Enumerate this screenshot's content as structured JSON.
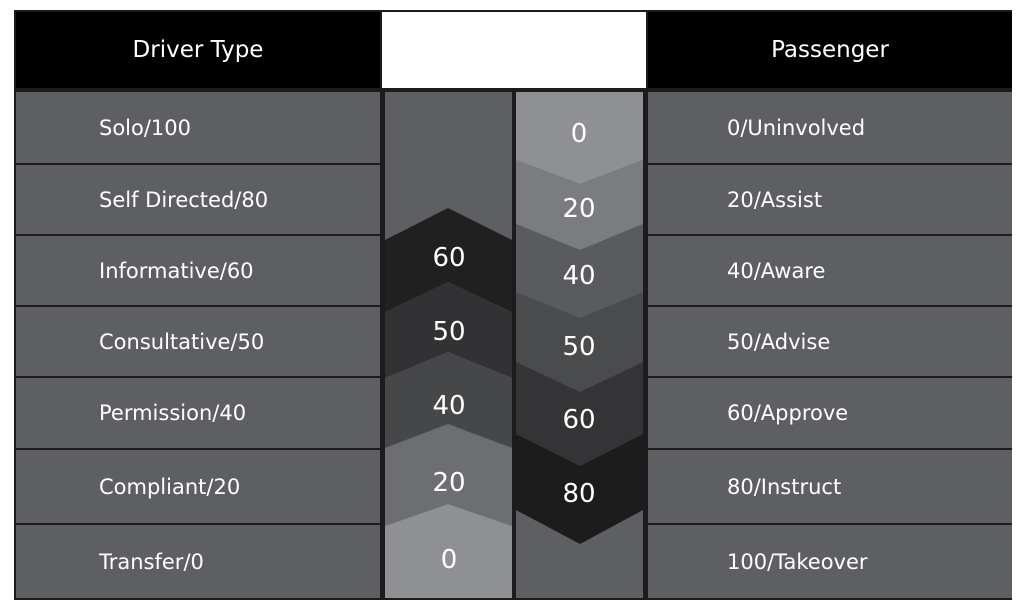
{
  "header": {
    "left_title": "Driver Type",
    "middle_title": "",
    "right_title": "Passenger"
  },
  "driver_types": [
    "Solo/100",
    "Self Directed/80",
    "Informative/60",
    "Consultative/50",
    "Permission/40",
    "Compliant/20",
    "Transfer/0"
  ],
  "passenger_types": [
    "0/Uninvolved",
    "20/Assist",
    "40/Aware",
    "50/Advise",
    "60/Approve",
    "80/Instruct",
    "100/Takeover"
  ],
  "driver_arrow_values": [
    "60",
    "50",
    "40",
    "20",
    "0"
  ],
  "passenger_arrow_values": [
    "0",
    "20",
    "40",
    "50",
    "60",
    "80"
  ],
  "colors": {
    "header_bg": "#000000",
    "cell_bg": "#5e5f62",
    "grid_line": "#1c1c1c",
    "text": "#ffffff"
  }
}
